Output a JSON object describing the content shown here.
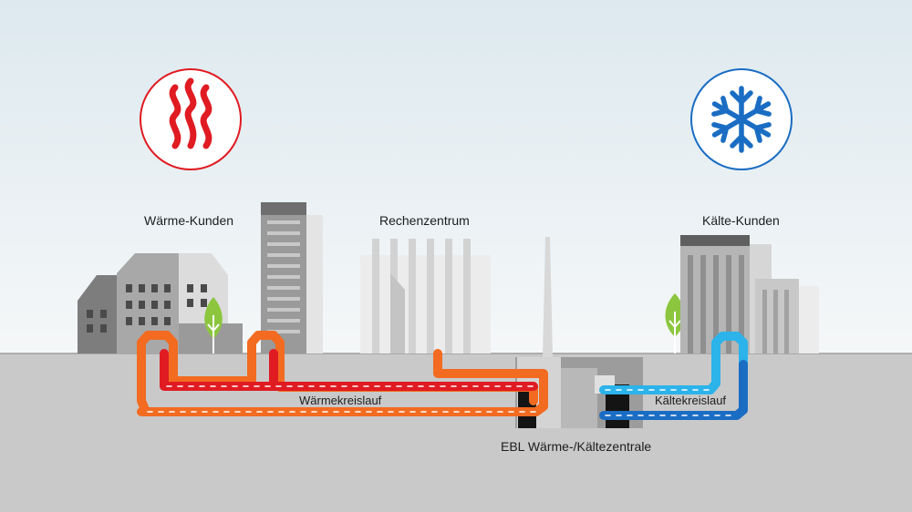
{
  "labels": {
    "heat_customers": "Wärme-Kunden",
    "datacenter": "Rechenzentrum",
    "cold_customers": "Kälte-Kunden",
    "heat_loop": "Wärmekreislauf",
    "cold_loop": "Kältekreislauf",
    "plant": "EBL Wärme-/Kältezentrale"
  },
  "icons": {
    "heat": "heat-waves-icon",
    "cold": "snowflake-icon"
  },
  "colors": {
    "heat_red": "#e01b22",
    "heat_orange": "#f26b21",
    "cold_light": "#2bb3ea",
    "cold_dark": "#1a6dc3",
    "tree_green": "#8cc63f"
  }
}
